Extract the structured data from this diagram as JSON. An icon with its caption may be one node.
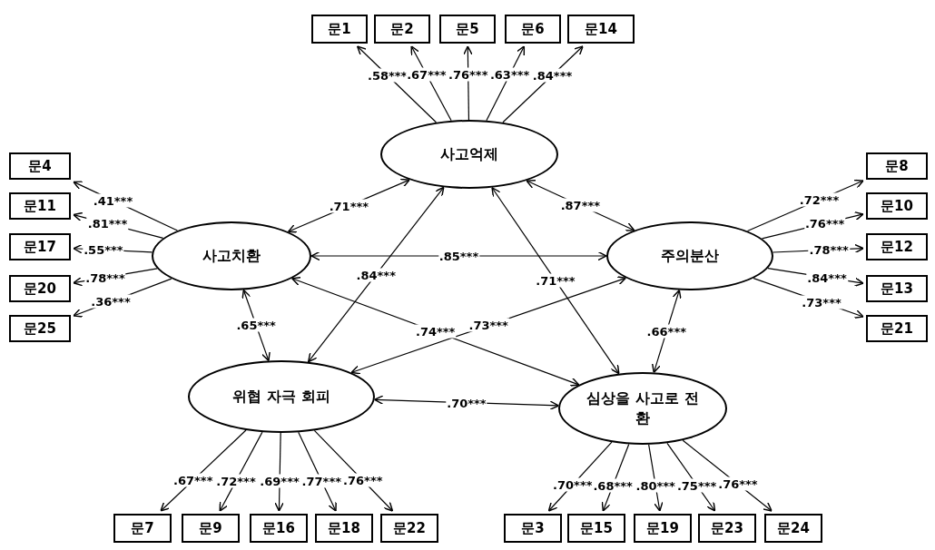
{
  "diagram": {
    "nodes": [
      {
        "text": [
          "문1"
        ]
      },
      {
        "text": [
          "문2"
        ]
      },
      {
        "text": [
          "문5"
        ]
      },
      {
        "text": [
          "문6"
        ]
      },
      {
        "text": [
          "문14"
        ]
      },
      {
        "text": [
          "사고억제"
        ]
      },
      {
        "text": [
          "사고치환"
        ]
      },
      {
        "text": [
          "주의분산"
        ]
      },
      {
        "text": [
          "문4"
        ]
      },
      {
        "text": [
          "문11"
        ]
      },
      {
        "text": [
          "문17"
        ]
      },
      {
        "text": [
          "문20"
        ]
      },
      {
        "text": [
          "문25"
        ]
      },
      {
        "text": [
          "문8"
        ]
      },
      {
        "text": [
          "문10"
        ]
      },
      {
        "text": [
          "문12"
        ]
      },
      {
        "text": [
          "문13"
        ]
      },
      {
        "text": [
          "문21"
        ]
      },
      {
        "text": [
          "위협 자극 회피"
        ]
      },
      {
        "text": [
          "심상을 사고로 전환"
        ]
      },
      {
        "text": [
          "문7"
        ]
      },
      {
        "text": [
          "문9"
        ]
      },
      {
        "text": [
          "문16"
        ]
      },
      {
        "text": [
          "문18"
        ]
      },
      {
        "text": [
          "문22"
        ]
      },
      {
        "text": [
          "문3"
        ]
      },
      {
        "text": [
          "문15"
        ]
      },
      {
        "text": [
          "문19"
        ]
      },
      {
        "text": [
          "문23"
        ]
      },
      {
        "text": [
          "문24"
        ]
      }
    ],
    "edges": [
      {
        "from": 5,
        "to": 0,
        "arrow": "to",
        "label": ".58***"
      },
      {
        "from": 5,
        "to": 1,
        "arrow": "to",
        "label": ".67***"
      },
      {
        "from": 5,
        "to": 2,
        "arrow": "to",
        "label": ".76***"
      },
      {
        "from": 5,
        "to": 3,
        "arrow": "to",
        "label": ".63***"
      },
      {
        "from": 5,
        "to": 4,
        "arrow": "to",
        "label": ".84***"
      },
      {
        "from": 6,
        "to": 8,
        "arrow": "to",
        "label": ".41***"
      },
      {
        "from": 6,
        "to": 9,
        "arrow": "to",
        "label": ".81***"
      },
      {
        "from": 6,
        "to": 10,
        "arrow": "to",
        "label": ".55***"
      },
      {
        "from": 6,
        "to": 11,
        "arrow": "to",
        "label": ".78***"
      },
      {
        "from": 6,
        "to": 12,
        "arrow": "to",
        "label": ".36***"
      },
      {
        "from": 7,
        "to": 13,
        "arrow": "to",
        "label": ".72***"
      },
      {
        "from": 7,
        "to": 14,
        "arrow": "to",
        "label": ".76***"
      },
      {
        "from": 7,
        "to": 15,
        "arrow": "to",
        "label": ".78***"
      },
      {
        "from": 7,
        "to": 16,
        "arrow": "to",
        "label": ".84***"
      },
      {
        "from": 7,
        "to": 17,
        "arrow": "to",
        "label": ".73***"
      },
      {
        "from": 18,
        "to": 20,
        "arrow": "to",
        "label": ".67***"
      },
      {
        "from": 18,
        "to": 21,
        "arrow": "to",
        "label": ".72***"
      },
      {
        "from": 18,
        "to": 22,
        "arrow": "to",
        "label": ".69***"
      },
      {
        "from": 18,
        "to": 23,
        "arrow": "to",
        "label": ".77***"
      },
      {
        "from": 18,
        "to": 24,
        "arrow": "to",
        "label": ".76***"
      },
      {
        "from": 19,
        "to": 25,
        "arrow": "to",
        "label": ".70***"
      },
      {
        "from": 19,
        "to": 26,
        "arrow": "to",
        "label": ".68***"
      },
      {
        "from": 19,
        "to": 27,
        "arrow": "to",
        "label": ".80***"
      },
      {
        "from": 19,
        "to": 28,
        "arrow": "to",
        "label": ".75***"
      },
      {
        "from": 19,
        "to": 29,
        "arrow": "to",
        "label": ".76***"
      },
      {
        "from": 5,
        "to": 6,
        "arrow": "both",
        "label": ".71***"
      },
      {
        "from": 5,
        "to": 7,
        "arrow": "both",
        "label": ".87***"
      },
      {
        "from": 5,
        "to": 18,
        "arrow": "both",
        "label": ".84***"
      },
      {
        "from": 5,
        "to": 19,
        "arrow": "both",
        "label": ".71***"
      },
      {
        "from": 6,
        "to": 7,
        "arrow": "both",
        "label": ".85***"
      },
      {
        "from": 6,
        "to": 18,
        "arrow": "both",
        "label": ".65***"
      },
      {
        "from": 6,
        "to": 19,
        "arrow": "both",
        "label": ".74***"
      },
      {
        "from": 7,
        "to": 18,
        "arrow": "both",
        "label": ".73***"
      },
      {
        "from": 7,
        "to": 19,
        "arrow": "both",
        "label": ".66***"
      },
      {
        "from": 18,
        "to": 19,
        "arrow": "both",
        "label": ".70***"
      }
    ]
  }
}
